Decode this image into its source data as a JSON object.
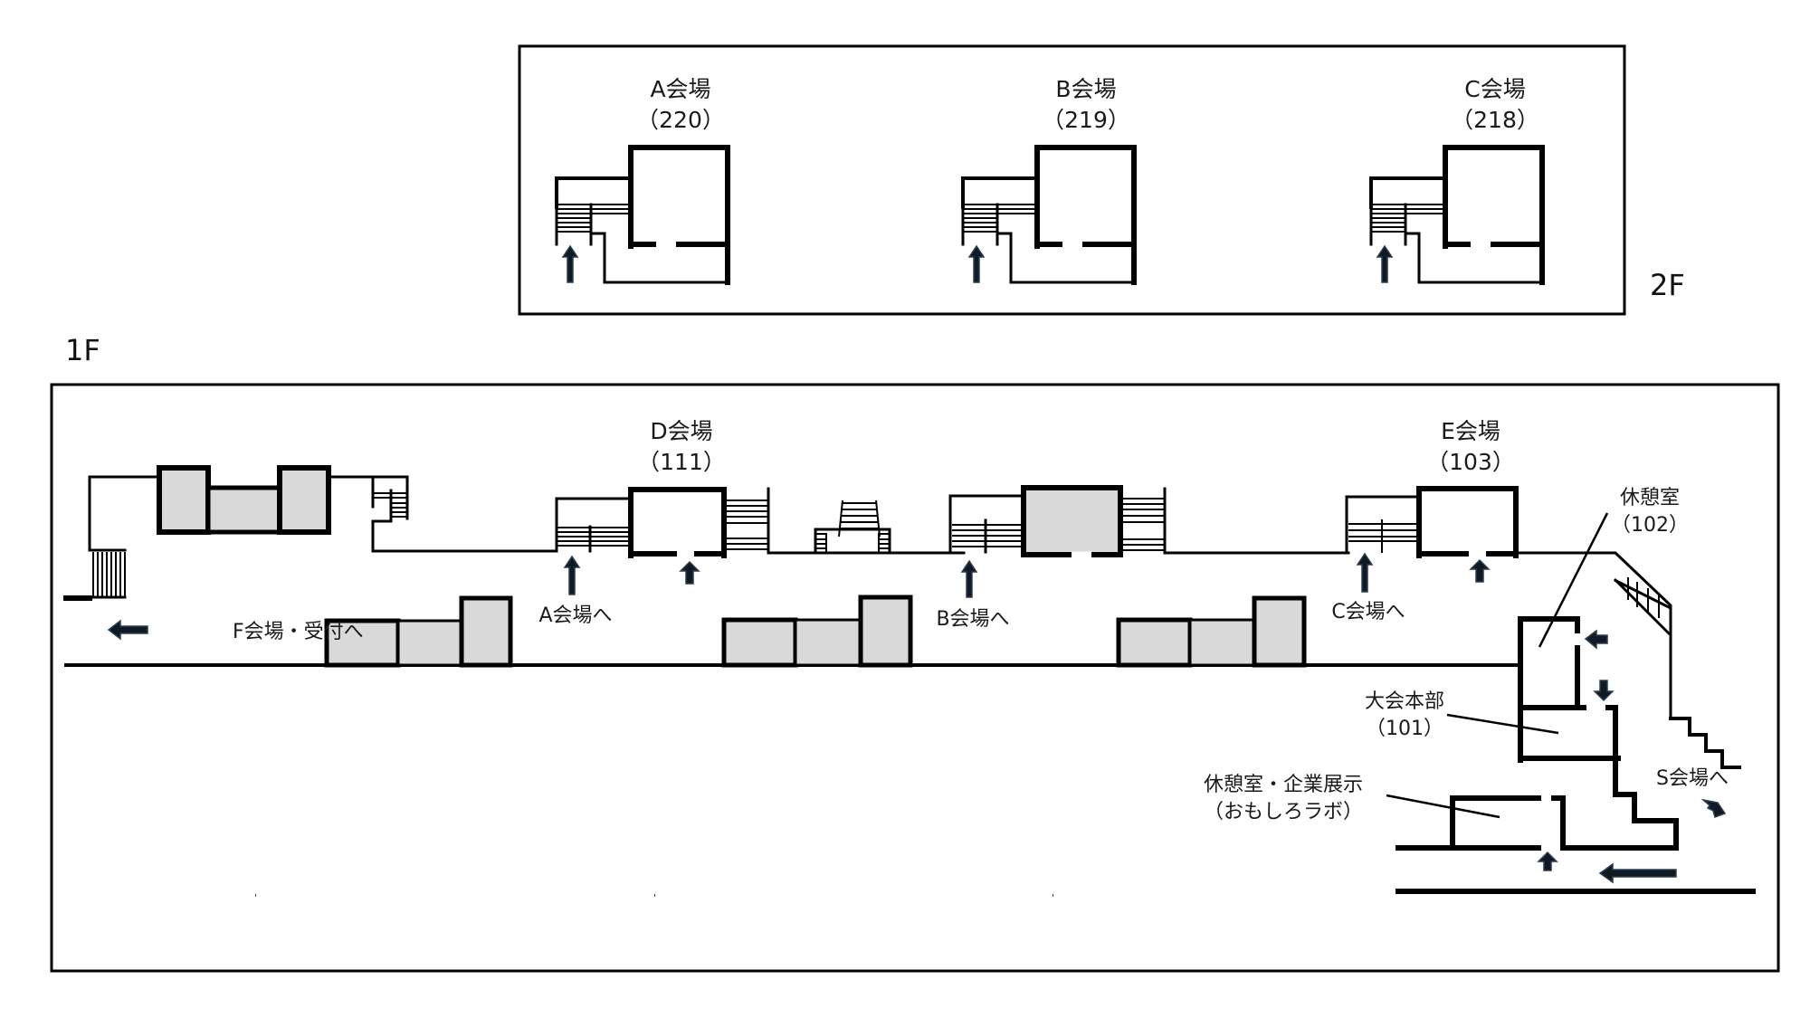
{
  "floors": {
    "upper": {
      "label": "2F"
    },
    "lower": {
      "label": "1F"
    }
  },
  "rooms_2f": [
    {
      "name": "A会場",
      "room": "（220）"
    },
    {
      "name": "B会場",
      "room": "（219）"
    },
    {
      "name": "C会場",
      "room": "（218）"
    }
  ],
  "rooms_1f": {
    "d": {
      "name": "D会場",
      "room": "（111）"
    },
    "e": {
      "name": "E会場",
      "room": "（103）"
    },
    "rest": {
      "name": "休憩室",
      "room": "（102）"
    },
    "hq": {
      "name": "大会本部",
      "room": "（101）"
    },
    "lab": {
      "name": "休憩室・企業展示",
      "room": "（おもしろラボ）"
    }
  },
  "directions": {
    "to_f": "F会場・受付へ",
    "to_a": "A会場へ",
    "to_b": "B会場へ",
    "to_c": "C会場へ",
    "to_s": "S会場へ"
  },
  "colors": {
    "wall": "#000000",
    "booth_fill": "#d9d9d9",
    "arrow": "#0f1a24"
  }
}
